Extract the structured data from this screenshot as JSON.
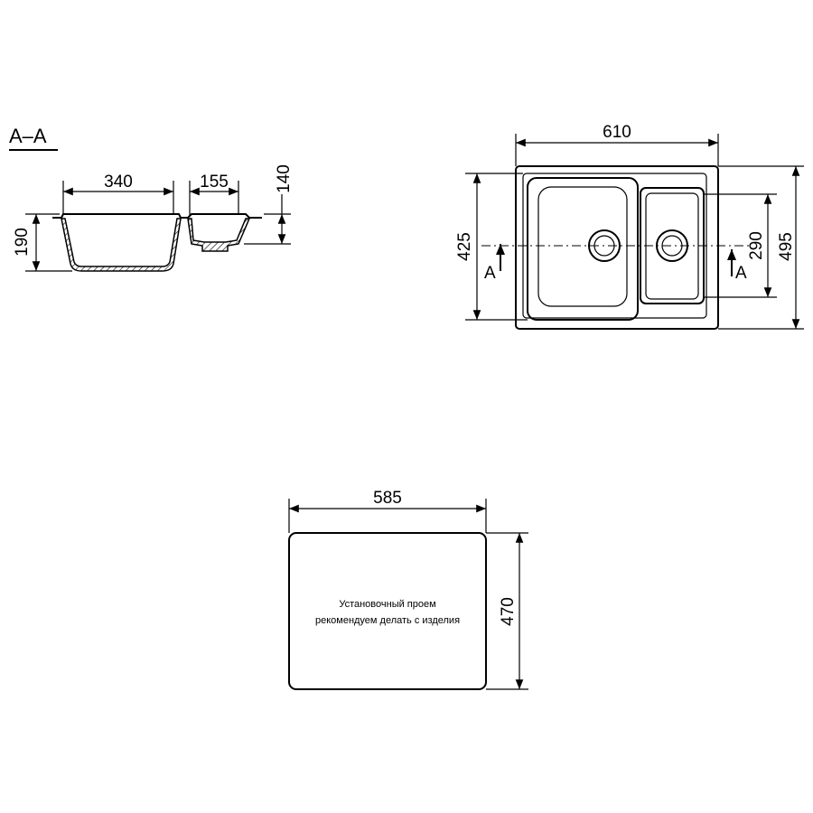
{
  "section_view": {
    "label": "A–A",
    "dim_main_bowl_width": "340",
    "dim_small_bowl_width": "155",
    "dim_depth_main": "190",
    "dim_depth_small": "140"
  },
  "top_view": {
    "dim_overall_width": "610",
    "dim_overall_depth": "495",
    "dim_main_bowl_depth": "425",
    "dim_small_bowl_depth": "290",
    "section_mark_left": "A",
    "section_mark_right": "A"
  },
  "cutout": {
    "dim_width": "585",
    "dim_height": "470",
    "note_line1": "Установочный проем",
    "note_line2": "рекомендуем делать с изделия"
  }
}
